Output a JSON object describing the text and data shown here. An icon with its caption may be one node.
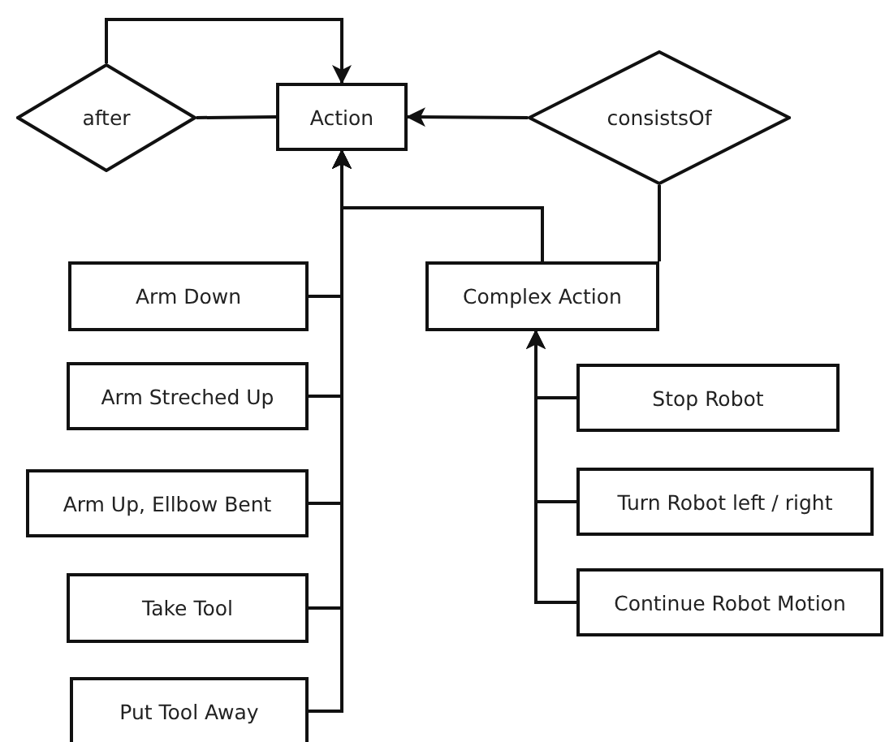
{
  "diagram": {
    "nodes": [
      {
        "text": [
          "after"
        ]
      },
      {
        "text": [
          "Action"
        ]
      },
      {
        "text": [
          "consistsOf"
        ]
      },
      {
        "text": [
          "Arm Down"
        ]
      },
      {
        "text": [
          "Complex Action"
        ]
      },
      {
        "text": [
          "Arm Streched Up"
        ]
      },
      {
        "text": [
          "Stop Robot"
        ]
      },
      {
        "text": [
          "Arm Up, Ellbow Bent"
        ]
      },
      {
        "text": [
          "Turn Robot left / right"
        ]
      },
      {
        "text": [
          "Take Tool"
        ]
      },
      {
        "text": [
          "Continue Robot Motion"
        ]
      },
      {
        "text": [
          "Put Tool Away"
        ]
      }
    ],
    "edges": [
      {
        "from": 0,
        "to": 1,
        "arrow": "to"
      },
      {
        "from": 0,
        "to": 1,
        "arrow": "none"
      },
      {
        "from": 2,
        "to": 1,
        "arrow": "to"
      },
      {
        "from": 2,
        "to": 4,
        "arrow": "none"
      },
      {
        "from": 4,
        "to": 1,
        "arrow": "to"
      },
      {
        "from": 3,
        "to": 1,
        "arrow": "to"
      },
      {
        "from": 5,
        "to": 1,
        "arrow": "to"
      },
      {
        "from": 7,
        "to": 1,
        "arrow": "to"
      },
      {
        "from": 9,
        "to": 1,
        "arrow": "to"
      },
      {
        "from": 11,
        "to": 1,
        "arrow": "to"
      },
      {
        "from": 6,
        "to": 4,
        "arrow": "to"
      },
      {
        "from": 8,
        "to": 4,
        "arrow": "to"
      },
      {
        "from": 10,
        "to": 4,
        "arrow": "to"
      }
    ]
  }
}
